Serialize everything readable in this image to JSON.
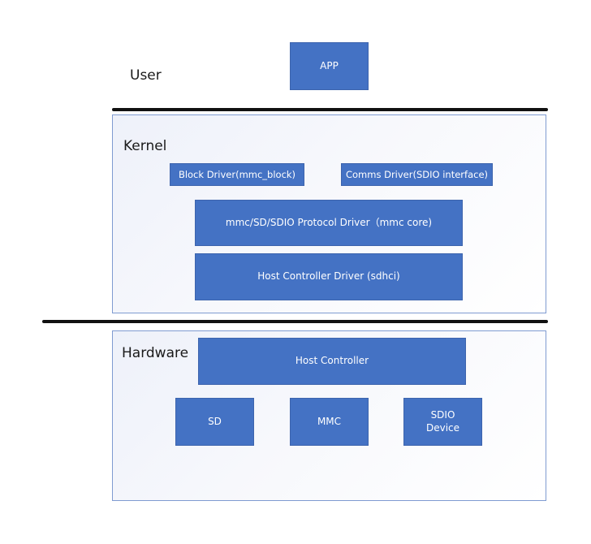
{
  "user_layer": {
    "label": "User",
    "app_box": "APP"
  },
  "kernel_layer": {
    "label": "Kernel",
    "block_driver": "Block Driver(mmc_block)",
    "comms_driver": "Comms Driver(SDIO interface)",
    "protocol_driver": "mmc/SD/SDIO Protocol Driver（mmc core)",
    "host_controller_driver": "Host Controller Driver (sdhci)"
  },
  "hardware_layer": {
    "label": "Hardware",
    "host_controller": "Host Controller",
    "sd": "SD",
    "mmc": "MMC",
    "sdio_device": "SDIO\nDevice"
  },
  "colors": {
    "box_fill": "#4472c4",
    "panel_border": "#7f9bd1",
    "divider": "#111111"
  }
}
